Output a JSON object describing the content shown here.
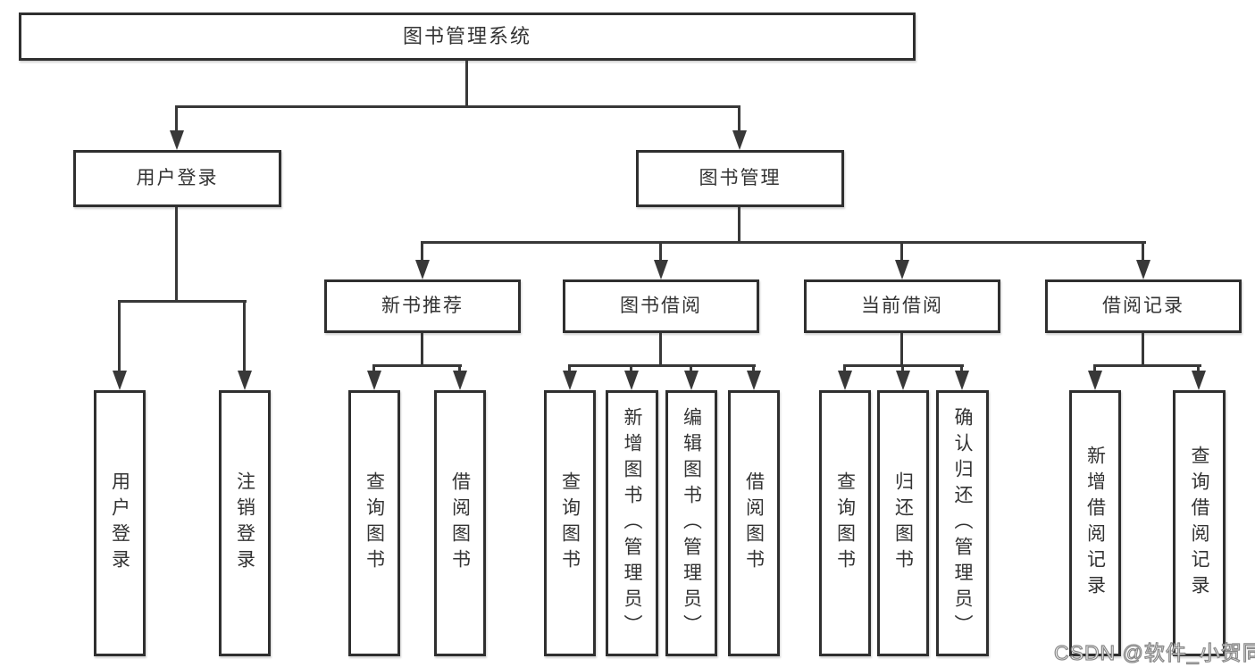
{
  "root": {
    "label": "图书管理系统"
  },
  "level2": [
    {
      "label": "用户登录"
    },
    {
      "label": "图书管理"
    }
  ],
  "level3": [
    {
      "label": "新书推荐"
    },
    {
      "label": "图书借阅"
    },
    {
      "label": "当前借阅"
    },
    {
      "label": "借阅记录"
    }
  ],
  "leaves": {
    "user": [
      "用户登录",
      "注销登录"
    ],
    "recommend": [
      "查询图书",
      "借阅图书"
    ],
    "borrow": [
      "查询图书",
      "新增图书（管理员）",
      "编辑图书（管理员）",
      "借阅图书"
    ],
    "current": [
      "查询图书",
      "归还图书",
      "确认归还（管理员）"
    ],
    "records": [
      "新增借阅记录",
      "查询借阅记录"
    ]
  },
  "watermark": "CSDN @软件_小贺同学",
  "colors": {
    "line": "#383838",
    "box_border": "#2f2f2f",
    "text": "#333333",
    "canvas": "#ffffff",
    "watermark_fill": "#fbfbfb",
    "watermark_outline": "#7d7d7d"
  }
}
